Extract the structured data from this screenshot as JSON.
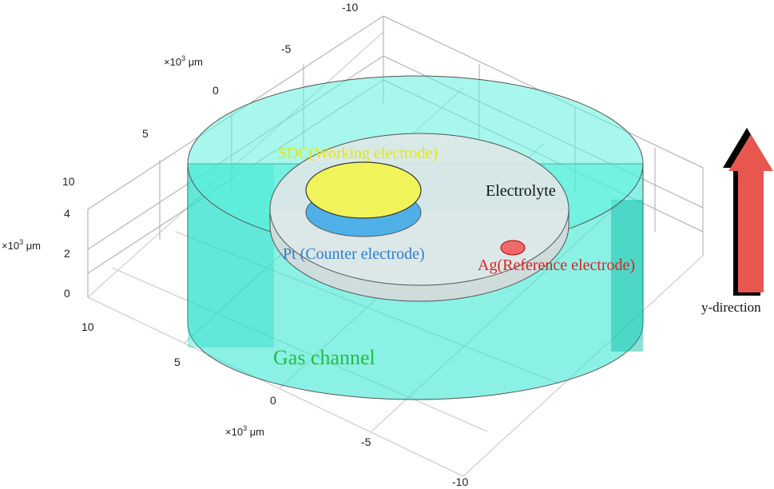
{
  "labels": {
    "working_electrode": "SDC(Working electrode)",
    "electrolyte": "Electrolyte",
    "counter_electrode": "Pt (Counter electrode)",
    "reference_electrode": "Ag(Reference electrode)",
    "gas_channel": "Gas channel",
    "y_direction": "y-direction"
  },
  "axes": {
    "top_axis": {
      "ticks": [
        "-10",
        "-5",
        "0",
        "5",
        "10"
      ],
      "unit_base": "×10",
      "unit_exp": "3",
      "unit_suffix": " μm"
    },
    "vertical_axis": {
      "ticks": [
        "4",
        "2",
        "0"
      ],
      "unit_base": "×10",
      "unit_exp": "3",
      "unit_suffix": " μm"
    },
    "bottom_axis": {
      "ticks": [
        "10",
        "5",
        "0",
        "-5",
        "-10"
      ],
      "unit_base": "×10",
      "unit_exp": "3",
      "unit_suffix": " μm"
    }
  },
  "colors": {
    "gas_channel_fill": "#2ee6d0",
    "electrolyte_fill": "#dce6e6",
    "working_fill": "#f1f35a",
    "counter_fill": "#4fb0e8",
    "reference_fill": "#f06a6a",
    "label_working": "#e8e800",
    "label_counter": "#2a7fd0",
    "label_reference": "#e02020",
    "label_gas": "#20c040",
    "arrow_fill": "#e8574f"
  }
}
